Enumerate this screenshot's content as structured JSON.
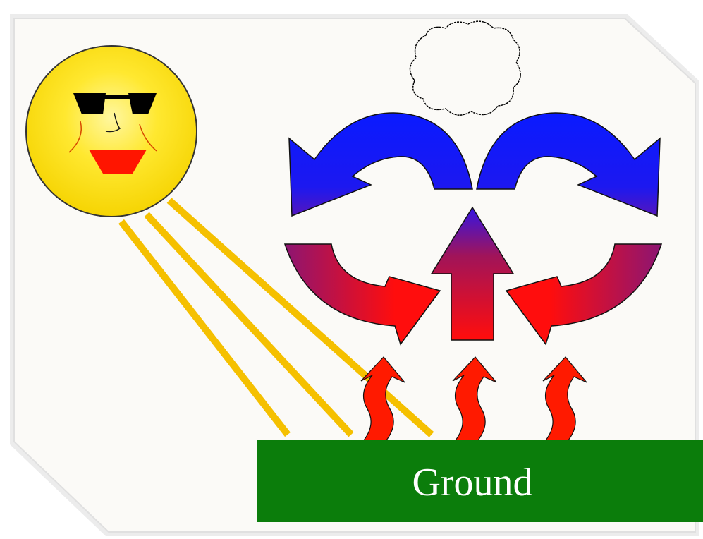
{
  "diagram": {
    "ground": {
      "label": "Ground",
      "color": "#0b7d0b"
    },
    "colors": {
      "frame_background": "#fbfaf7",
      "frame_border": "#e2e2e2",
      "sun_fill": "#f7dd00",
      "sun_glow": "#ffee55",
      "sunray": "#f5c000",
      "glasses": "#000000",
      "mouth": "#ff1500",
      "convection_top": "#1414ff",
      "convection_bottom": "#ff1010",
      "heat_arrow": "#ff1a00",
      "cloud_outline": "#000000"
    },
    "elements": {
      "sun": "smiling-sun-with-sunglasses",
      "rays": 3,
      "heat_arrows": 3,
      "cloud": "outlined-cloud",
      "convection": [
        "curved-arrow-top-left",
        "curved-arrow-top-right",
        "up-arrow-center",
        "curved-arrow-bottom-left",
        "curved-arrow-bottom-right"
      ]
    }
  }
}
